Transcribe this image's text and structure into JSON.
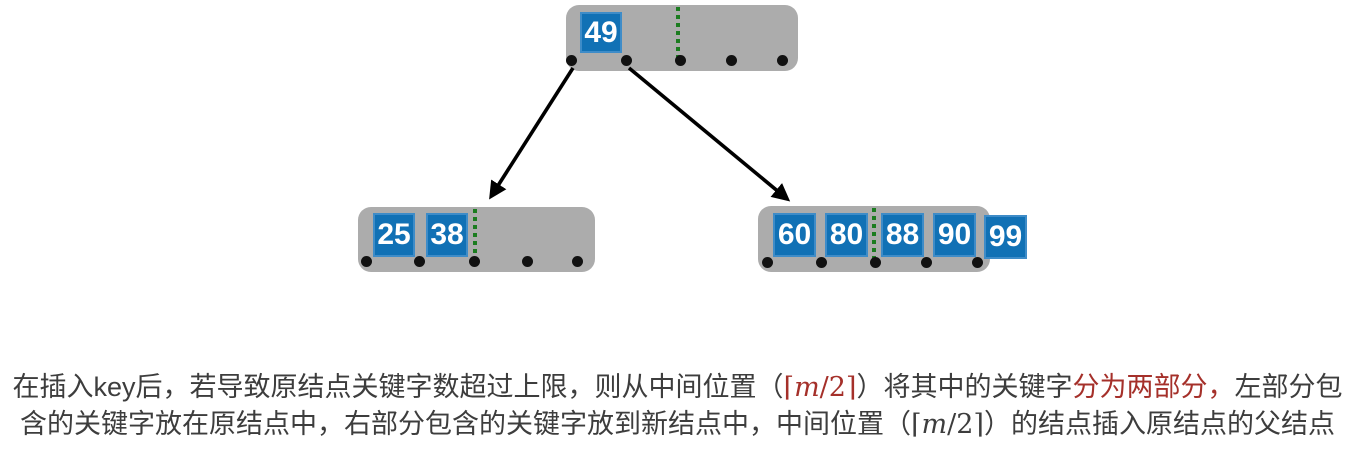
{
  "tree": {
    "parent": {
      "keys": [
        "49"
      ]
    },
    "left_child": {
      "keys": [
        "25",
        "38"
      ]
    },
    "right_child": {
      "keys": [
        "60",
        "80",
        "88",
        "90",
        "99"
      ]
    }
  },
  "caption": {
    "lines": [
      {
        "segments": [
          {
            "text": "在插入key后，若导致原结点关键字数超过上限，则从中间位置（",
            "style": "normal"
          },
          {
            "text": "⌈",
            "style": "red-math"
          },
          {
            "text": "m",
            "style": "red-math-italic"
          },
          {
            "text": "/2",
            "style": "red-math"
          },
          {
            "text": "⌉",
            "style": "red-math"
          },
          {
            "text": "）将其中的关键字",
            "style": "normal"
          },
          {
            "text": "分为两部分，",
            "style": "red"
          },
          {
            "text": "左部分包",
            "style": "normal"
          }
        ]
      },
      {
        "segments": [
          {
            "text": "含的关键字放在原结点中，右部分包含的关键字放到新结点中，中间位置（",
            "style": "normal"
          },
          {
            "text": "⌈",
            "style": "math"
          },
          {
            "text": "m",
            "style": "math-italic"
          },
          {
            "text": "/2",
            "style": "math"
          },
          {
            "text": "⌉",
            "style": "math"
          },
          {
            "text": "）的结点插入原结点的父结点",
            "style": "normal"
          }
        ]
      }
    ]
  },
  "colors": {
    "background": "#FFFFFF",
    "node_fill": "#ACACAC",
    "key_fill": "#1171B5",
    "key_border": "#3E8CC8",
    "key_text": "#FFFFFF",
    "divider_green": "#1B7C1F",
    "pointer_dot": "#111111",
    "arrow": "#000000",
    "text": "#3D3D3D",
    "highlight_red": "#A5302A"
  }
}
